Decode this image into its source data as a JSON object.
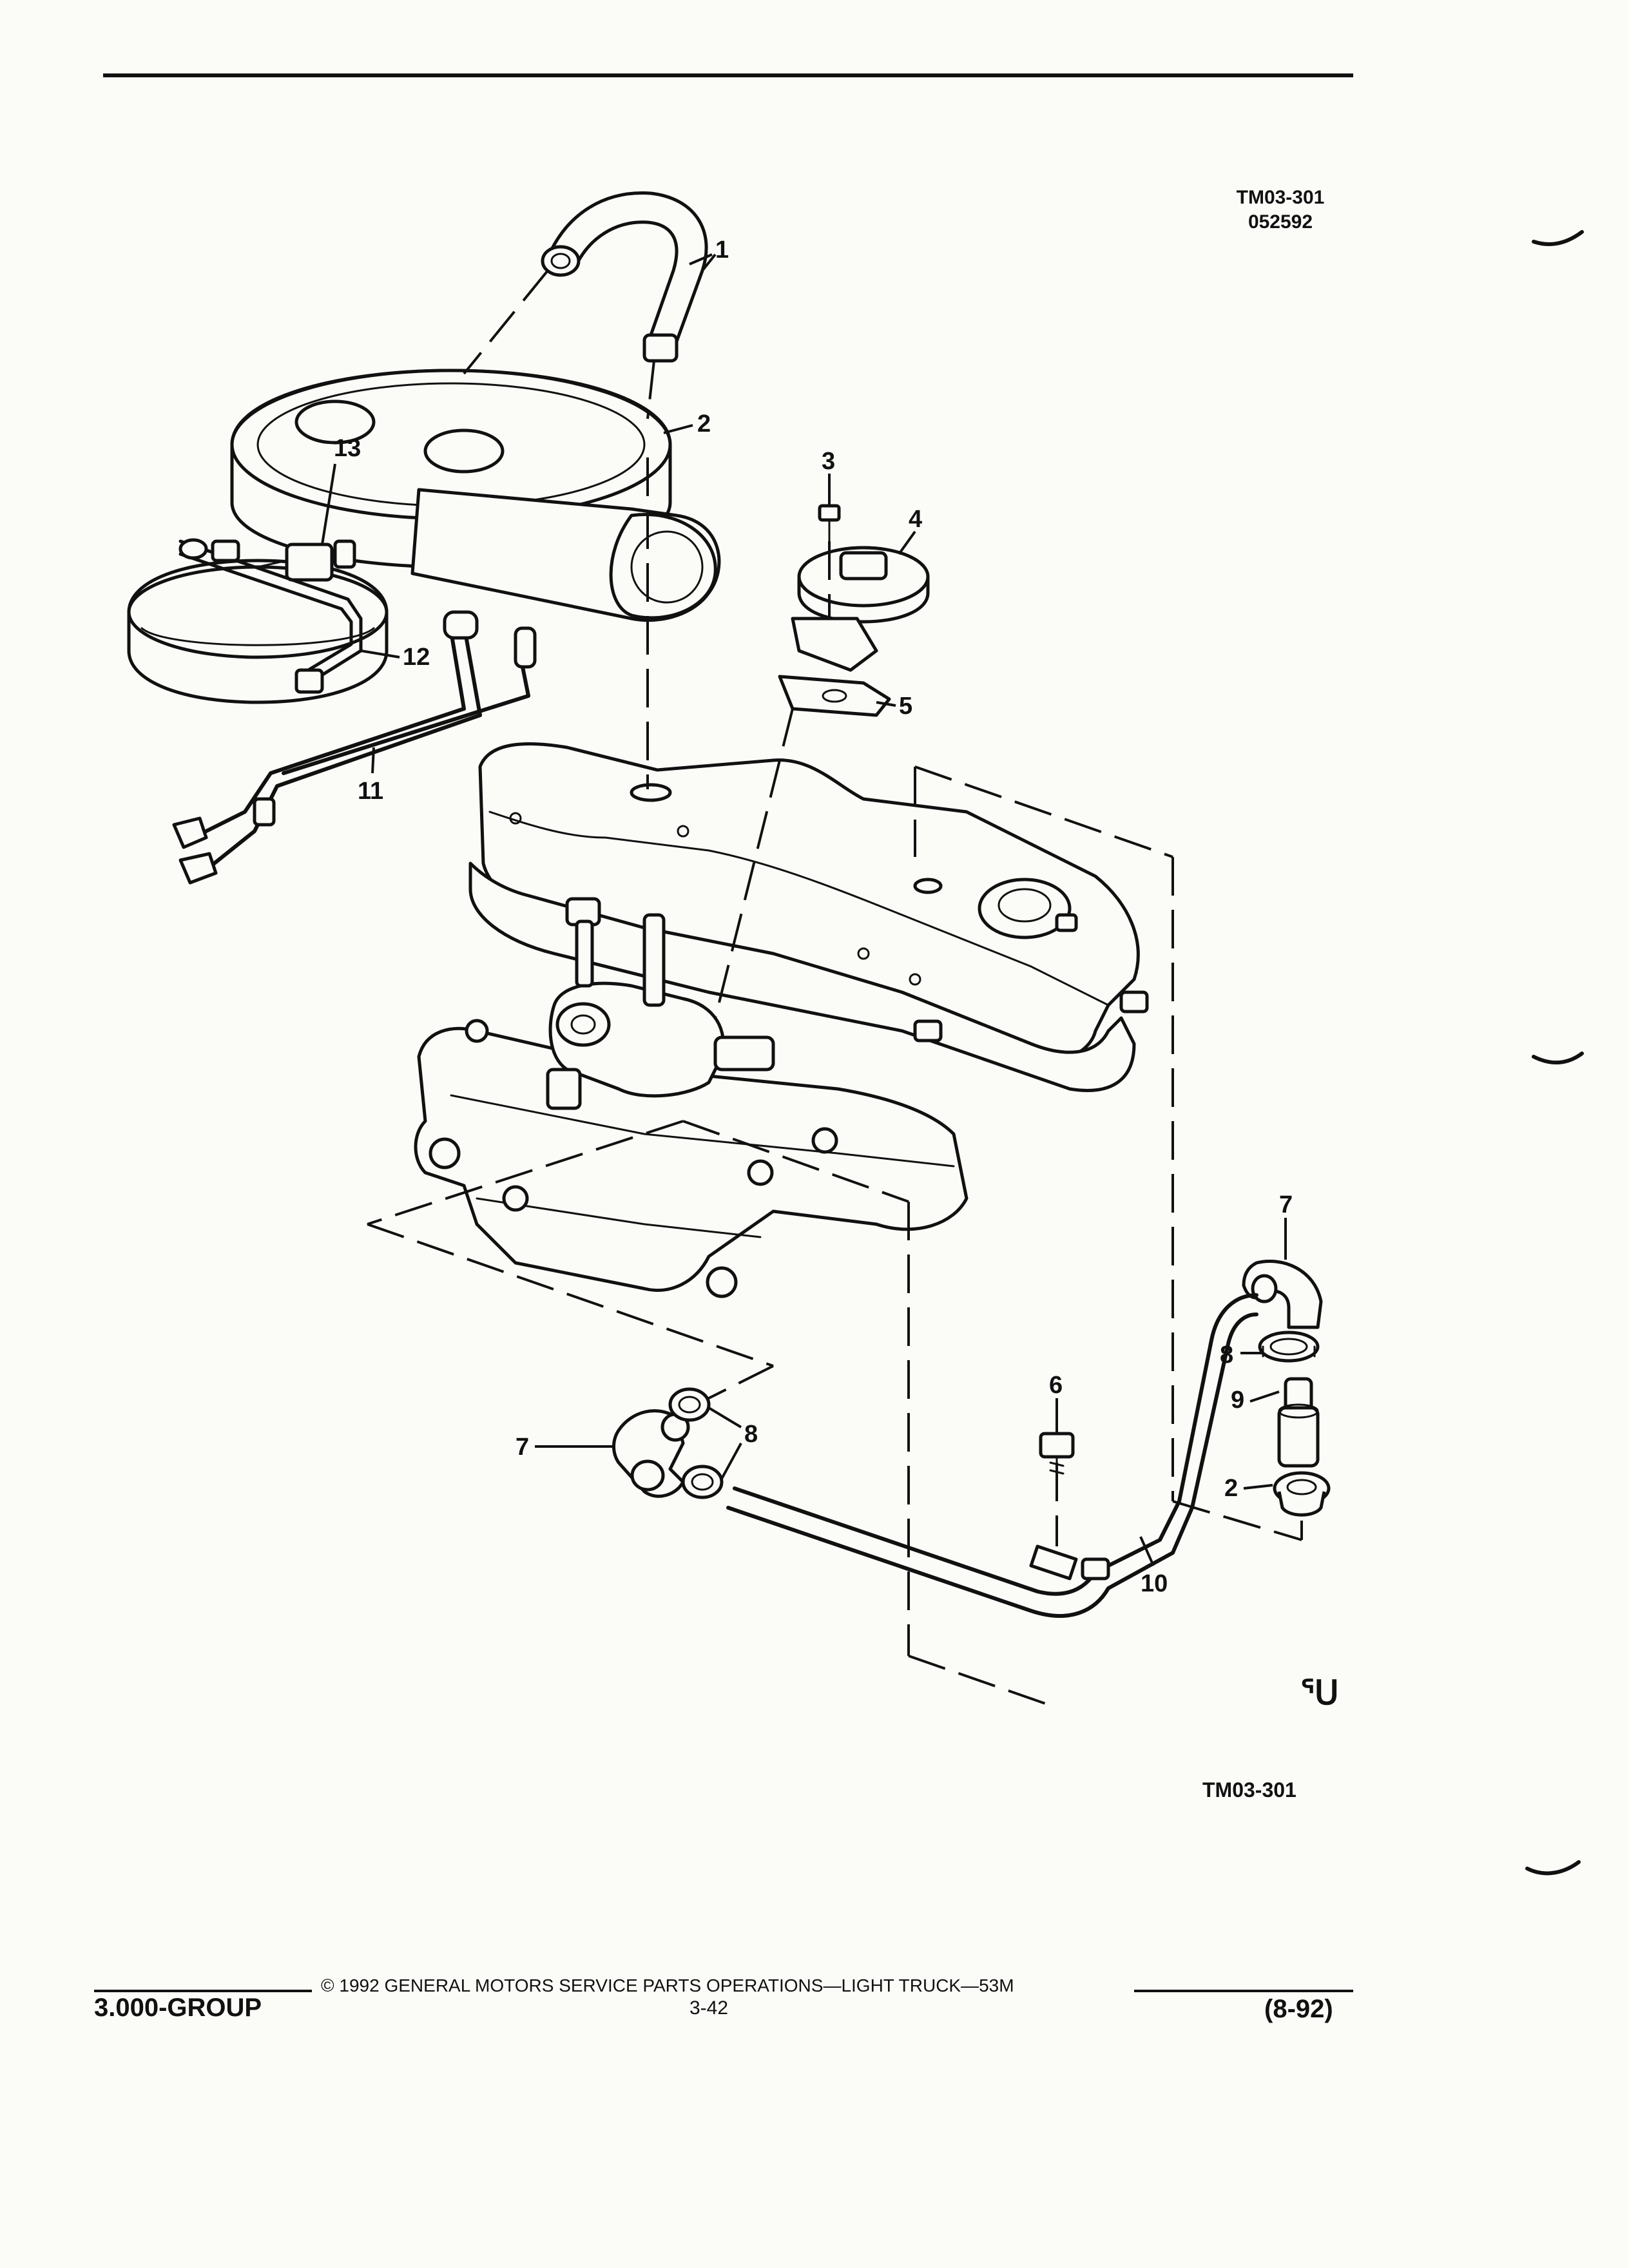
{
  "figure": {
    "code": "TM03-301",
    "date_code": "052592",
    "bottom_code": "TM03-301",
    "corner_symbol": "ᕐᑌ"
  },
  "callouts": {
    "c1": "1",
    "c2a": "2",
    "c2b": "2",
    "c3": "3",
    "c4": "4",
    "c5": "5",
    "c6": "6",
    "c7a": "7",
    "c7b": "7",
    "c8a": "8",
    "c8b": "8",
    "c9": "9",
    "c10": "10",
    "c11": "11",
    "c12": "12",
    "c13": "13"
  },
  "footer": {
    "group": "3.000-GROUP",
    "copyright": "© 1992 GENERAL MOTORS SERVICE PARTS OPERATIONS—LIGHT TRUCK—53M",
    "page": "3-42",
    "date": "(8-92)"
  }
}
